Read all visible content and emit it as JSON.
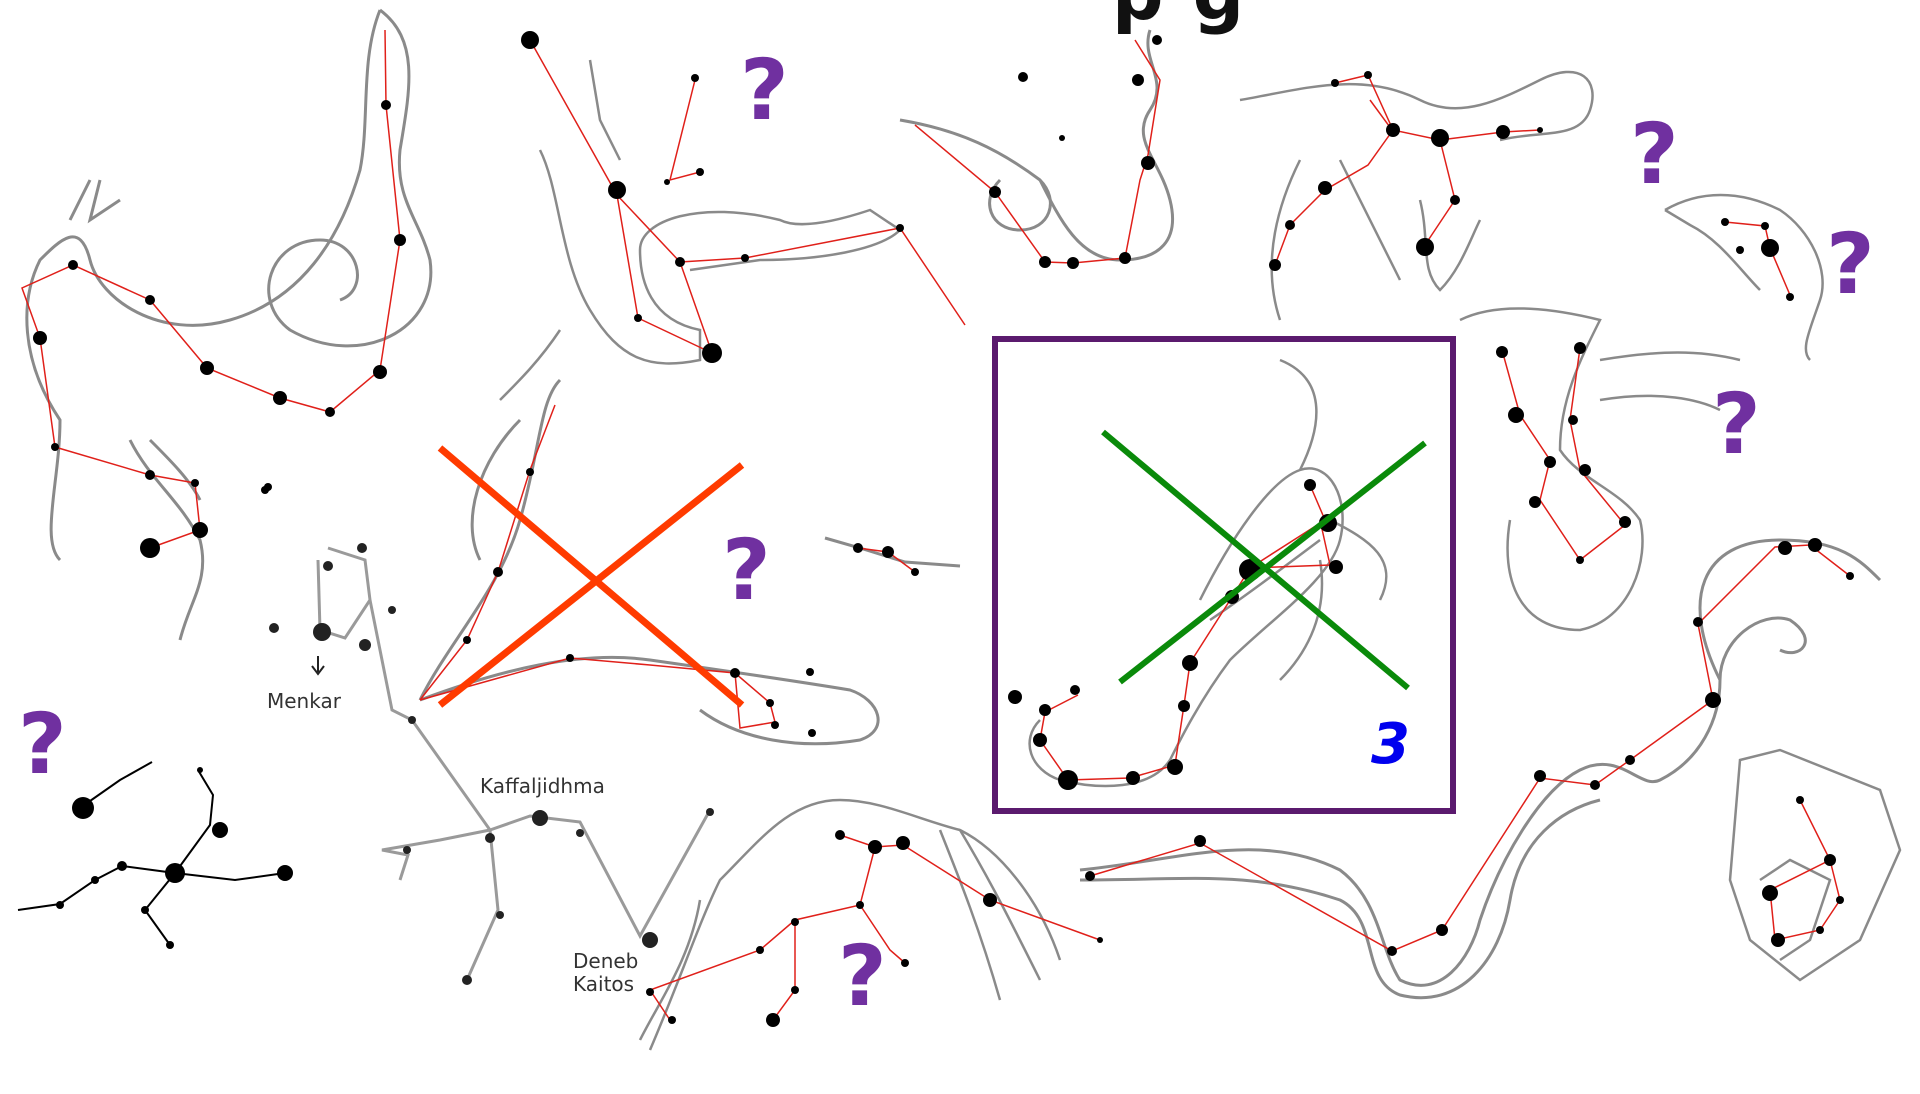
{
  "title_fragment": "p    g",
  "question_mark": "?",
  "star_labels": {
    "menkar": "Menkar",
    "kaffaljidhma": "Kaffaljidhma",
    "deneb_kaitos": "Deneb\nKaitos"
  },
  "highlight": {
    "number": "3"
  },
  "colors": {
    "constellation_line": "#e0201a",
    "figure_outline": "#8a8a8a",
    "star": "#000000",
    "question_mark": "#7030a0",
    "cross_red": "#ff3b00",
    "cross_green": "#0a8a0a",
    "highlight_border": "#5b1a6e",
    "highlight_number": "#0000ee"
  },
  "icons": [
    "question-mark-icon",
    "red-x-mark-icon",
    "green-x-mark-icon"
  ]
}
